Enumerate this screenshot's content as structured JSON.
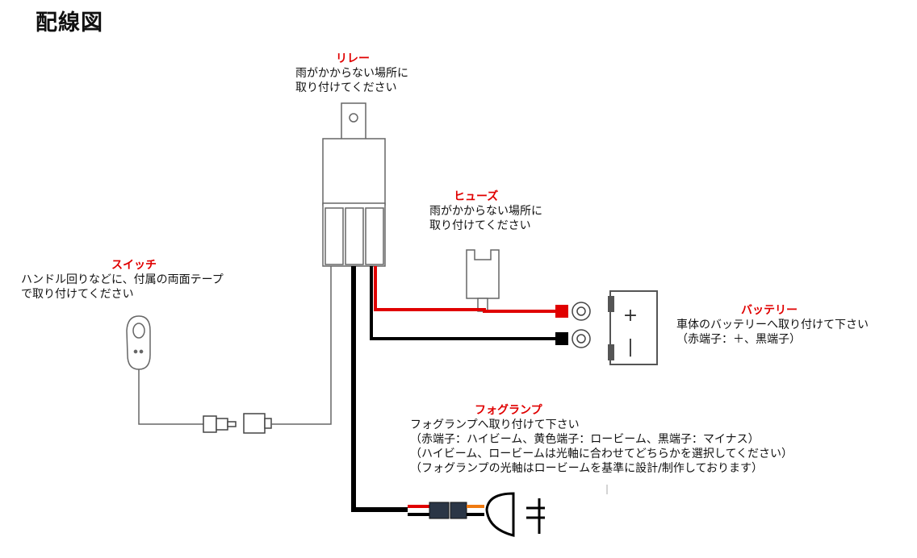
{
  "page": {
    "title": "配線図"
  },
  "labels": {
    "relay": {
      "title": "リレー",
      "lines": [
        "雨がかからない場所に",
        "取り付けてください"
      ]
    },
    "fuse": {
      "title": "ヒューズ",
      "lines": [
        "雨がかからない場所に",
        "取り付けてください"
      ]
    },
    "switch": {
      "title": "スイッチ",
      "lines": [
        "ハンドル回りなどに、付属の両面テープ",
        "で取り付けてください"
      ]
    },
    "battery": {
      "title": "バッテリー",
      "lines": [
        "車体のバッテリーへ取り付けて下さい",
        "（赤端子：＋、黒端子）"
      ]
    },
    "foglamp": {
      "title": "フォグランプ",
      "lines": [
        "フォグランプへ取り付けて下さい",
        "（赤端子：ハイビーム、黄色端子：ロービーム、黒端子：マイナス）",
        "（ハイビーム、ロービームは光軸に合わせてどちらかを選択してください）",
        "（フォグランプの光軸はロービームを基準に設計/制作しております）"
      ]
    }
  },
  "battery_terminals": {
    "plus": "+",
    "minus": "|"
  },
  "colors": {
    "accent_red": "#e00000",
    "wire_red": "#e00000",
    "wire_black": "#000000",
    "wire_orange": "#f07a10",
    "outline": "#555555"
  }
}
